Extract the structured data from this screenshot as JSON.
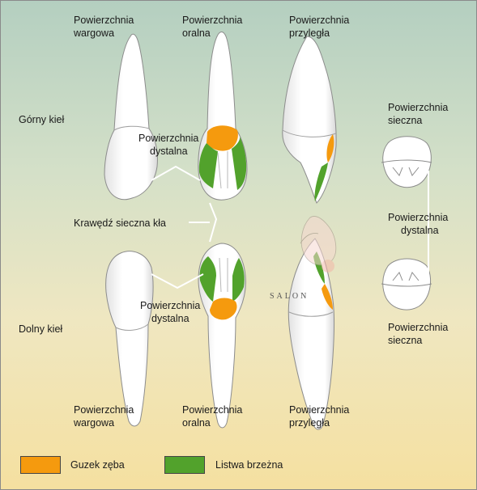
{
  "labels": {
    "top_labial": [
      "Powierzchnia",
      "wargowa"
    ],
    "top_oral": [
      "Powierzchnia",
      "oralna"
    ],
    "top_proximal": [
      "Powierzchnia",
      "przyległa"
    ],
    "upper_canine": "Górny kieł",
    "top_distal": [
      "Powierzchnia",
      "dystalna"
    ],
    "right_incisal_top": [
      "Powierzchnia",
      "sieczna"
    ],
    "incisal_edge": "Krawędź sieczna kła",
    "right_distal": [
      "Powierzchnia",
      "dystalna"
    ],
    "bottom_distal": [
      "Powierzchnia",
      "dystalna"
    ],
    "lower_canine": "Dolny kieł",
    "right_incisal_bottom": [
      "Powierzchnia",
      "sieczna"
    ],
    "bottom_labial": [
      "Powierzchnia",
      "wargowa"
    ],
    "bottom_oral": [
      "Powierzchnia",
      "oralna"
    ],
    "bottom_proximal": [
      "Powierzchnia",
      "przyległa"
    ]
  },
  "legend": [
    {
      "label": "Guzek zęba",
      "color": "#f59a0e"
    },
    {
      "label": "Listwa brzeżna",
      "color": "#52a22c"
    }
  ],
  "watermark": "SALON",
  "colors": {
    "cingulum": "#f59a0e",
    "marginal_ridge": "#52a22c",
    "tooth_fill": "#ffffff",
    "tooth_stroke": "#8c8c8c"
  }
}
